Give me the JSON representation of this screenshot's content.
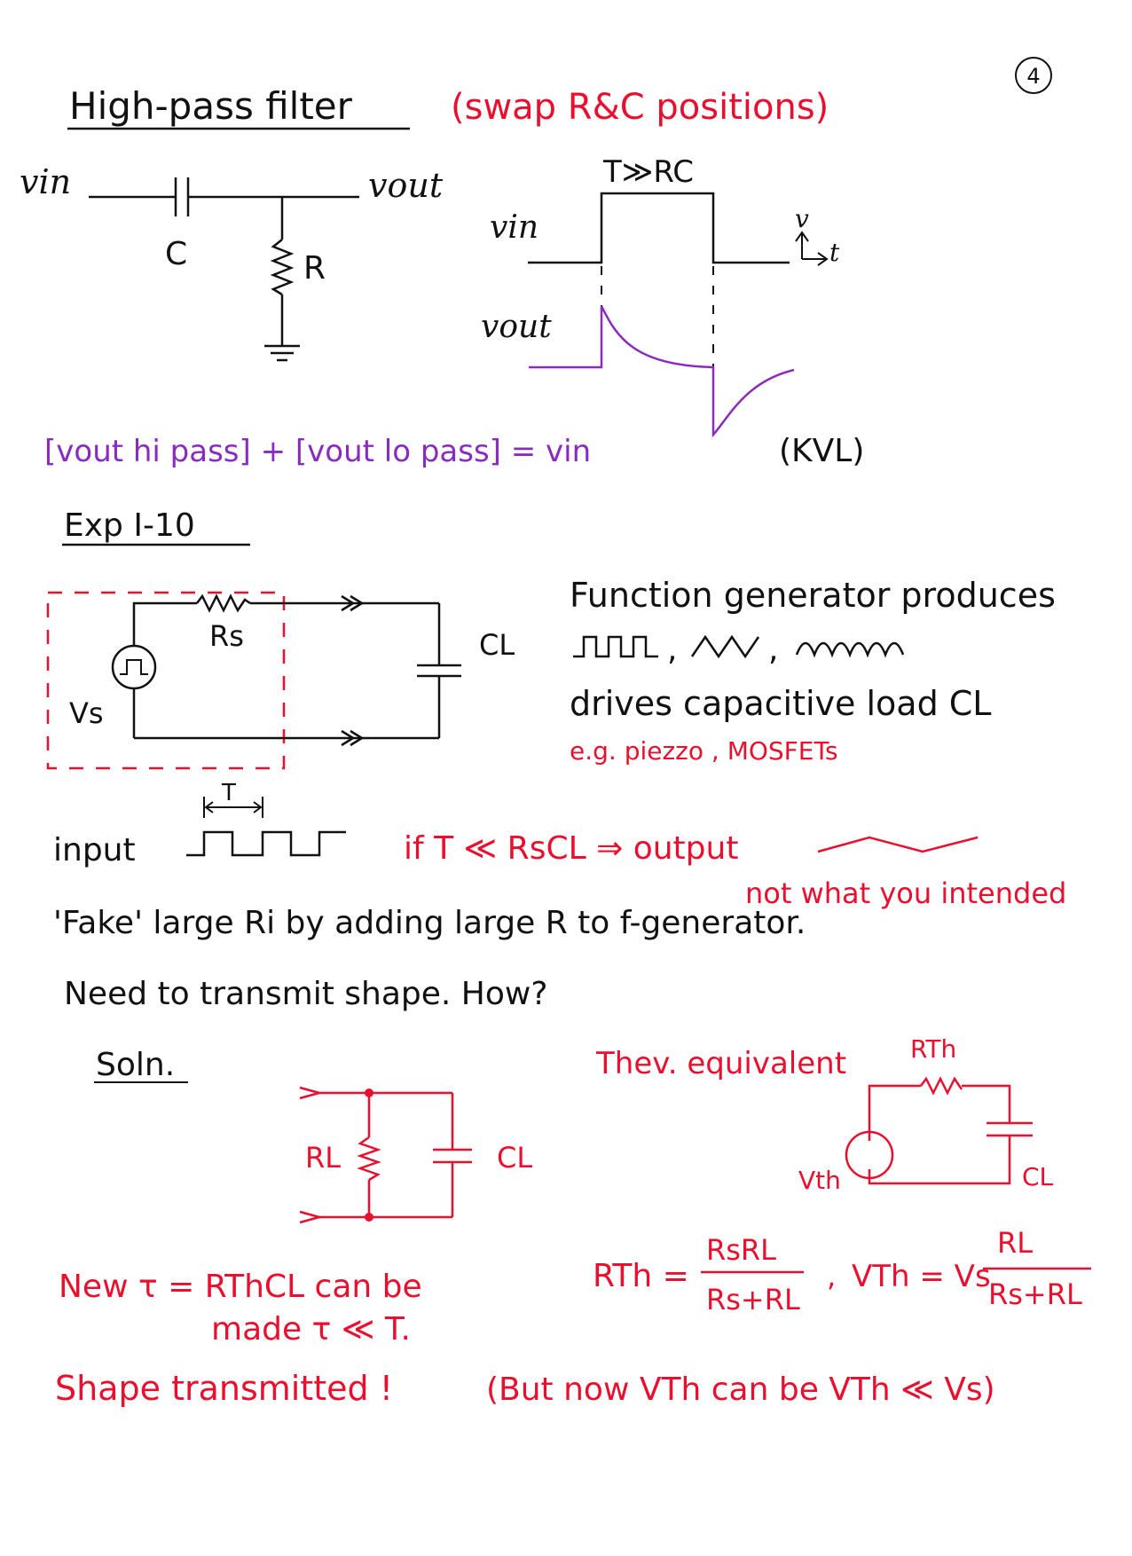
{
  "page_number": "4",
  "colors": {
    "black": "#111111",
    "red": "#e8102e",
    "purple": "#8a2bbf"
  },
  "hp": {
    "title": "High-pass filter",
    "subtitle": "(swap R&C positions)",
    "vin": "vin",
    "vout": "vout",
    "c_label": "C",
    "r_label": "R",
    "cond": "T≫RC",
    "vin_wave": "vin",
    "vout_wave": "vout",
    "axis_v": "v",
    "axis_t": "t",
    "kvl_eq": "[vout hi pass] + [vout lo pass] = vin",
    "kvl": "(KVL)"
  },
  "exp": {
    "title": "Exp I-10",
    "rs": "Rs",
    "vs": "Vs",
    "cl": "CL",
    "line1": "Function generator produces",
    "sep1": ",",
    "sep2": ",",
    "line2": "drives capacitive load CL",
    "line3": "e.g. piezzo , MOSFETs",
    "t_label": "T",
    "input": "input",
    "cond": "if T ≪ RsCL ⇒ output",
    "not_intended": "not what you intended",
    "fake": "'Fake' large Ri by adding large R to f-generator.",
    "need": "Need to transmit shape. How?"
  },
  "soln": {
    "title": "Soln.",
    "rl": "RL",
    "cl": "CL",
    "thev": "Thev. equivalent",
    "rth_top": "RTh",
    "vth": "Vth",
    "cl2": "CL",
    "rth_eq": "RTh =",
    "rs_rl": "RsRL",
    "rs_plus_rl": "Rs+RL",
    "comma": ",",
    "vth_eq": "VTh = Vs",
    "rl_num": "RL",
    "rs_plus_rl2": "Rs+RL",
    "new_tau": "New τ = RThCL can be",
    "made": "made τ ≪ T.",
    "shape": "Shape transmitted !",
    "but": "(But now VTh can be VTh ≪ Vs)"
  }
}
